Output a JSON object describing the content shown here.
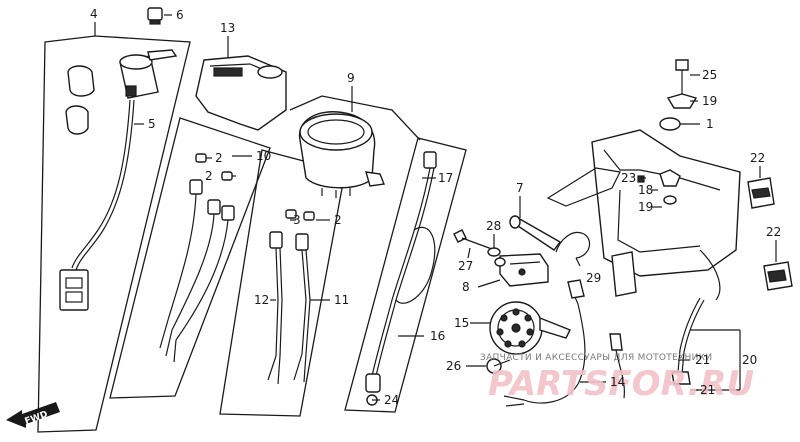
{
  "callouts": {
    "c4": "4",
    "c6": "6",
    "c13": "13",
    "c9": "9",
    "c25": "25",
    "c19": "19",
    "c1": "1",
    "c5": "5",
    "c2a": "2",
    "c10": "10",
    "c2b": "2",
    "c3": "3",
    "c2c": "2",
    "c17": "17",
    "c22a": "22",
    "c23": "23",
    "c18": "18",
    "c19b": "19",
    "c7": "7",
    "c22b": "22",
    "c28": "28",
    "c27": "27",
    "c29": "29",
    "c8": "8",
    "c12": "12",
    "c11": "11",
    "c15": "15",
    "c16": "16",
    "c20": "20",
    "c21a": "21",
    "c26": "26",
    "c14": "14",
    "c21b": "21",
    "c24": "24"
  },
  "watermark": {
    "line1": "ЗАПЧАСТИ И АКСЕССУАРЫ ДЛЯ МОТОТЕХНИКИ",
    "line2": "PARTSFOR.RU"
  },
  "fwd_label": "FWD"
}
